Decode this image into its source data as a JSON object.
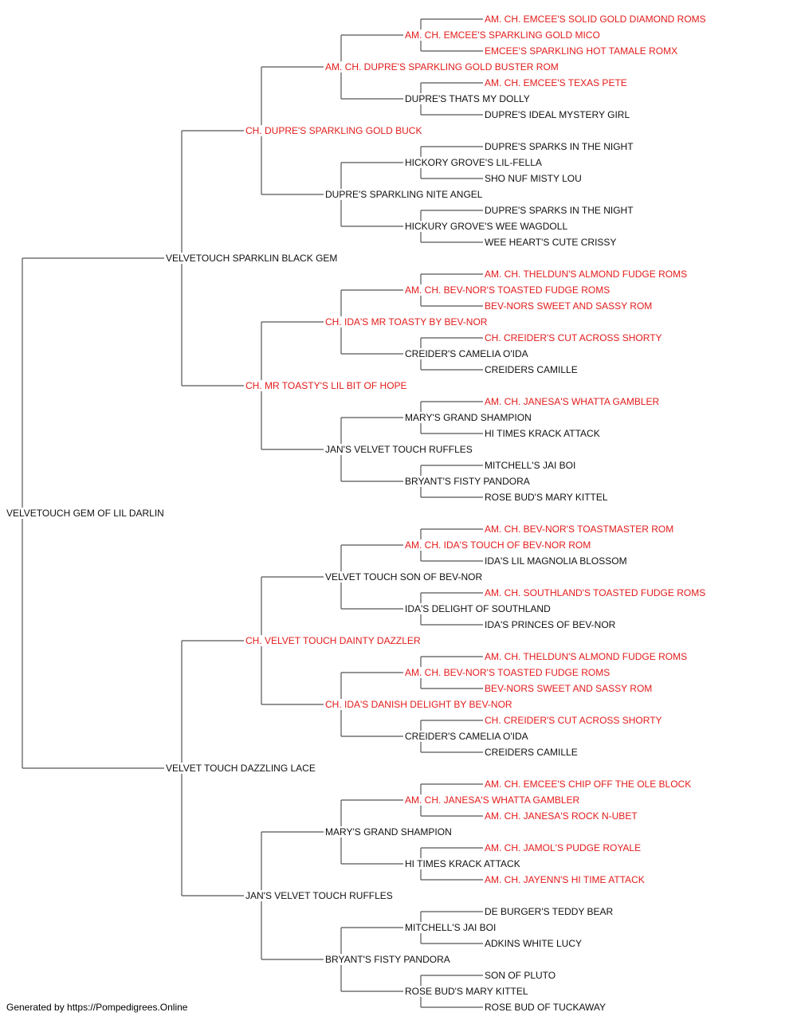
{
  "colors": {
    "champion": "#e31b1b",
    "normal": "#111111",
    "line": "#555555"
  },
  "footer": "Generated by https://Pompedigrees.Online",
  "pedigree": {
    "name": "VELVETOUCH GEM OF LIL DARLIN",
    "champion": false,
    "sire": {
      "name": "VELVETOUCH SPARKLIN BLACK GEM",
      "champion": false,
      "sire": {
        "name": "CH. DUPRE'S SPARKLING GOLD BUCK",
        "champion": true,
        "sire": {
          "name": "AM. CH. DUPRE'S SPARKLING GOLD BUSTER ROM",
          "champion": true,
          "sire": {
            "name": "AM. CH. EMCEE'S SPARKLING GOLD MICO",
            "champion": true,
            "sire": {
              "name": "AM. CH. EMCEE'S SOLID GOLD DIAMOND ROMS",
              "champion": true
            },
            "dam": {
              "name": "EMCEE'S SPARKLING HOT TAMALE ROMX",
              "champion": true
            }
          },
          "dam": {
            "name": "DUPRE'S THATS MY DOLLY",
            "champion": false,
            "sire": {
              "name": "AM. CH. EMCEE'S TEXAS PETE",
              "champion": true
            },
            "dam": {
              "name": "DUPRE'S IDEAL MYSTERY GIRL",
              "champion": false
            }
          }
        },
        "dam": {
          "name": "DUPRE'S SPARKLING NITE ANGEL",
          "champion": false,
          "sire": {
            "name": "HICKORY GROVE'S LIL-FELLA",
            "champion": false,
            "sire": {
              "name": "DUPRE'S SPARKS IN THE NIGHT",
              "champion": false
            },
            "dam": {
              "name": "SHO NUF MISTY LOU",
              "champion": false
            }
          },
          "dam": {
            "name": "HICKURY GROVE'S WEE WAGDOLL",
            "champion": false,
            "sire": {
              "name": "DUPRE'S SPARKS IN THE NIGHT",
              "champion": false
            },
            "dam": {
              "name": "WEE HEART'S CUTE CRISSY",
              "champion": false
            }
          }
        }
      },
      "dam": {
        "name": "CH. MR TOASTY'S LIL BIT OF HOPE",
        "champion": true,
        "sire": {
          "name": "CH. IDA'S MR TOASTY BY BEV-NOR",
          "champion": true,
          "sire": {
            "name": "AM. CH. BEV-NOR'S TOASTED FUDGE ROMS",
            "champion": true,
            "sire": {
              "name": "AM. CH. THELDUN'S ALMOND FUDGE ROMS",
              "champion": true
            },
            "dam": {
              "name": "BEV-NORS SWEET AND SASSY ROM",
              "champion": true
            }
          },
          "dam": {
            "name": "CREIDER'S CAMELIA O'IDA",
            "champion": false,
            "sire": {
              "name": "CH. CREIDER'S CUT ACROSS SHORTY",
              "champion": true
            },
            "dam": {
              "name": "CREIDERS CAMILLE",
              "champion": false
            }
          }
        },
        "dam": {
          "name": "JAN'S VELVET TOUCH RUFFLES",
          "champion": false,
          "sire": {
            "name": "MARY'S GRAND SHAMPION",
            "champion": false,
            "sire": {
              "name": "AM. CH. JANESA'S WHATTA GAMBLER",
              "champion": true
            },
            "dam": {
              "name": "HI TIMES KRACK ATTACK",
              "champion": false
            }
          },
          "dam": {
            "name": "BRYANT'S FISTY PANDORA",
            "champion": false,
            "sire": {
              "name": "MITCHELL'S JAI BOI",
              "champion": false
            },
            "dam": {
              "name": "ROSE BUD'S MARY KITTEL",
              "champion": false
            }
          }
        }
      }
    },
    "dam": {
      "name": "VELVET TOUCH DAZZLING LACE",
      "champion": false,
      "sire": {
        "name": "CH. VELVET TOUCH DAINTY DAZZLER",
        "champion": true,
        "sire": {
          "name": "VELVET TOUCH SON OF BEV-NOR",
          "champion": false,
          "sire": {
            "name": "AM. CH. IDA'S TOUCH OF BEV-NOR ROM",
            "champion": true,
            "sire": {
              "name": "AM. CH. BEV-NOR'S TOASTMASTER ROM",
              "champion": true
            },
            "dam": {
              "name": "IDA'S LIL MAGNOLIA BLOSSOM",
              "champion": false
            }
          },
          "dam": {
            "name": "IDA'S DELIGHT OF SOUTHLAND",
            "champion": false,
            "sire": {
              "name": "AM. CH. SOUTHLAND'S TOASTED FUDGE ROMS",
              "champion": true
            },
            "dam": {
              "name": "IDA'S PRINCES OF BEV-NOR",
              "champion": false
            }
          }
        },
        "dam": {
          "name": "CH. IDA'S DANISH DELIGHT BY BEV-NOR",
          "champion": true,
          "sire": {
            "name": "AM. CH. BEV-NOR'S TOASTED FUDGE ROMS",
            "champion": true,
            "sire": {
              "name": "AM. CH. THELDUN'S ALMOND FUDGE ROMS",
              "champion": true
            },
            "dam": {
              "name": "BEV-NORS SWEET AND SASSY ROM",
              "champion": true
            }
          },
          "dam": {
            "name": "CREIDER'S CAMELIA O'IDA",
            "champion": false,
            "sire": {
              "name": "CH. CREIDER'S CUT ACROSS SHORTY",
              "champion": true
            },
            "dam": {
              "name": "CREIDERS CAMILLE",
              "champion": false
            }
          }
        }
      },
      "dam": {
        "name": "JAN'S VELVET TOUCH RUFFLES",
        "champion": false,
        "sire": {
          "name": "MARY'S GRAND SHAMPION",
          "champion": false,
          "sire": {
            "name": "AM. CH. JANESA'S WHATTA GAMBLER",
            "champion": true,
            "sire": {
              "name": "AM. CH. EMCEE'S CHIP OFF THE OLE BLOCK",
              "champion": true
            },
            "dam": {
              "name": "AM. CH. JANESA'S ROCK N-UBET",
              "champion": true
            }
          },
          "dam": {
            "name": "HI TIMES KRACK ATTACK",
            "champion": false,
            "sire": {
              "name": "AM. CH. JAMOL'S PUDGE ROYALE",
              "champion": true
            },
            "dam": {
              "name": "AM. CH. JAYENN'S HI TIME ATTACK",
              "champion": true
            }
          }
        },
        "dam": {
          "name": "BRYANT'S FISTY PANDORA",
          "champion": false,
          "sire": {
            "name": "MITCHELL'S JAI BOI",
            "champion": false,
            "sire": {
              "name": "DE BURGER'S TEDDY BEAR",
              "champion": false
            },
            "dam": {
              "name": "ADKINS WHITE LUCY",
              "champion": false
            }
          },
          "dam": {
            "name": "ROSE BUD'S MARY KITTEL",
            "champion": false,
            "sire": {
              "name": "SON OF PLUTO",
              "champion": false
            },
            "dam": {
              "name": "ROSE BUD OF TUCKAWAY",
              "champion": false
            }
          }
        }
      }
    }
  }
}
